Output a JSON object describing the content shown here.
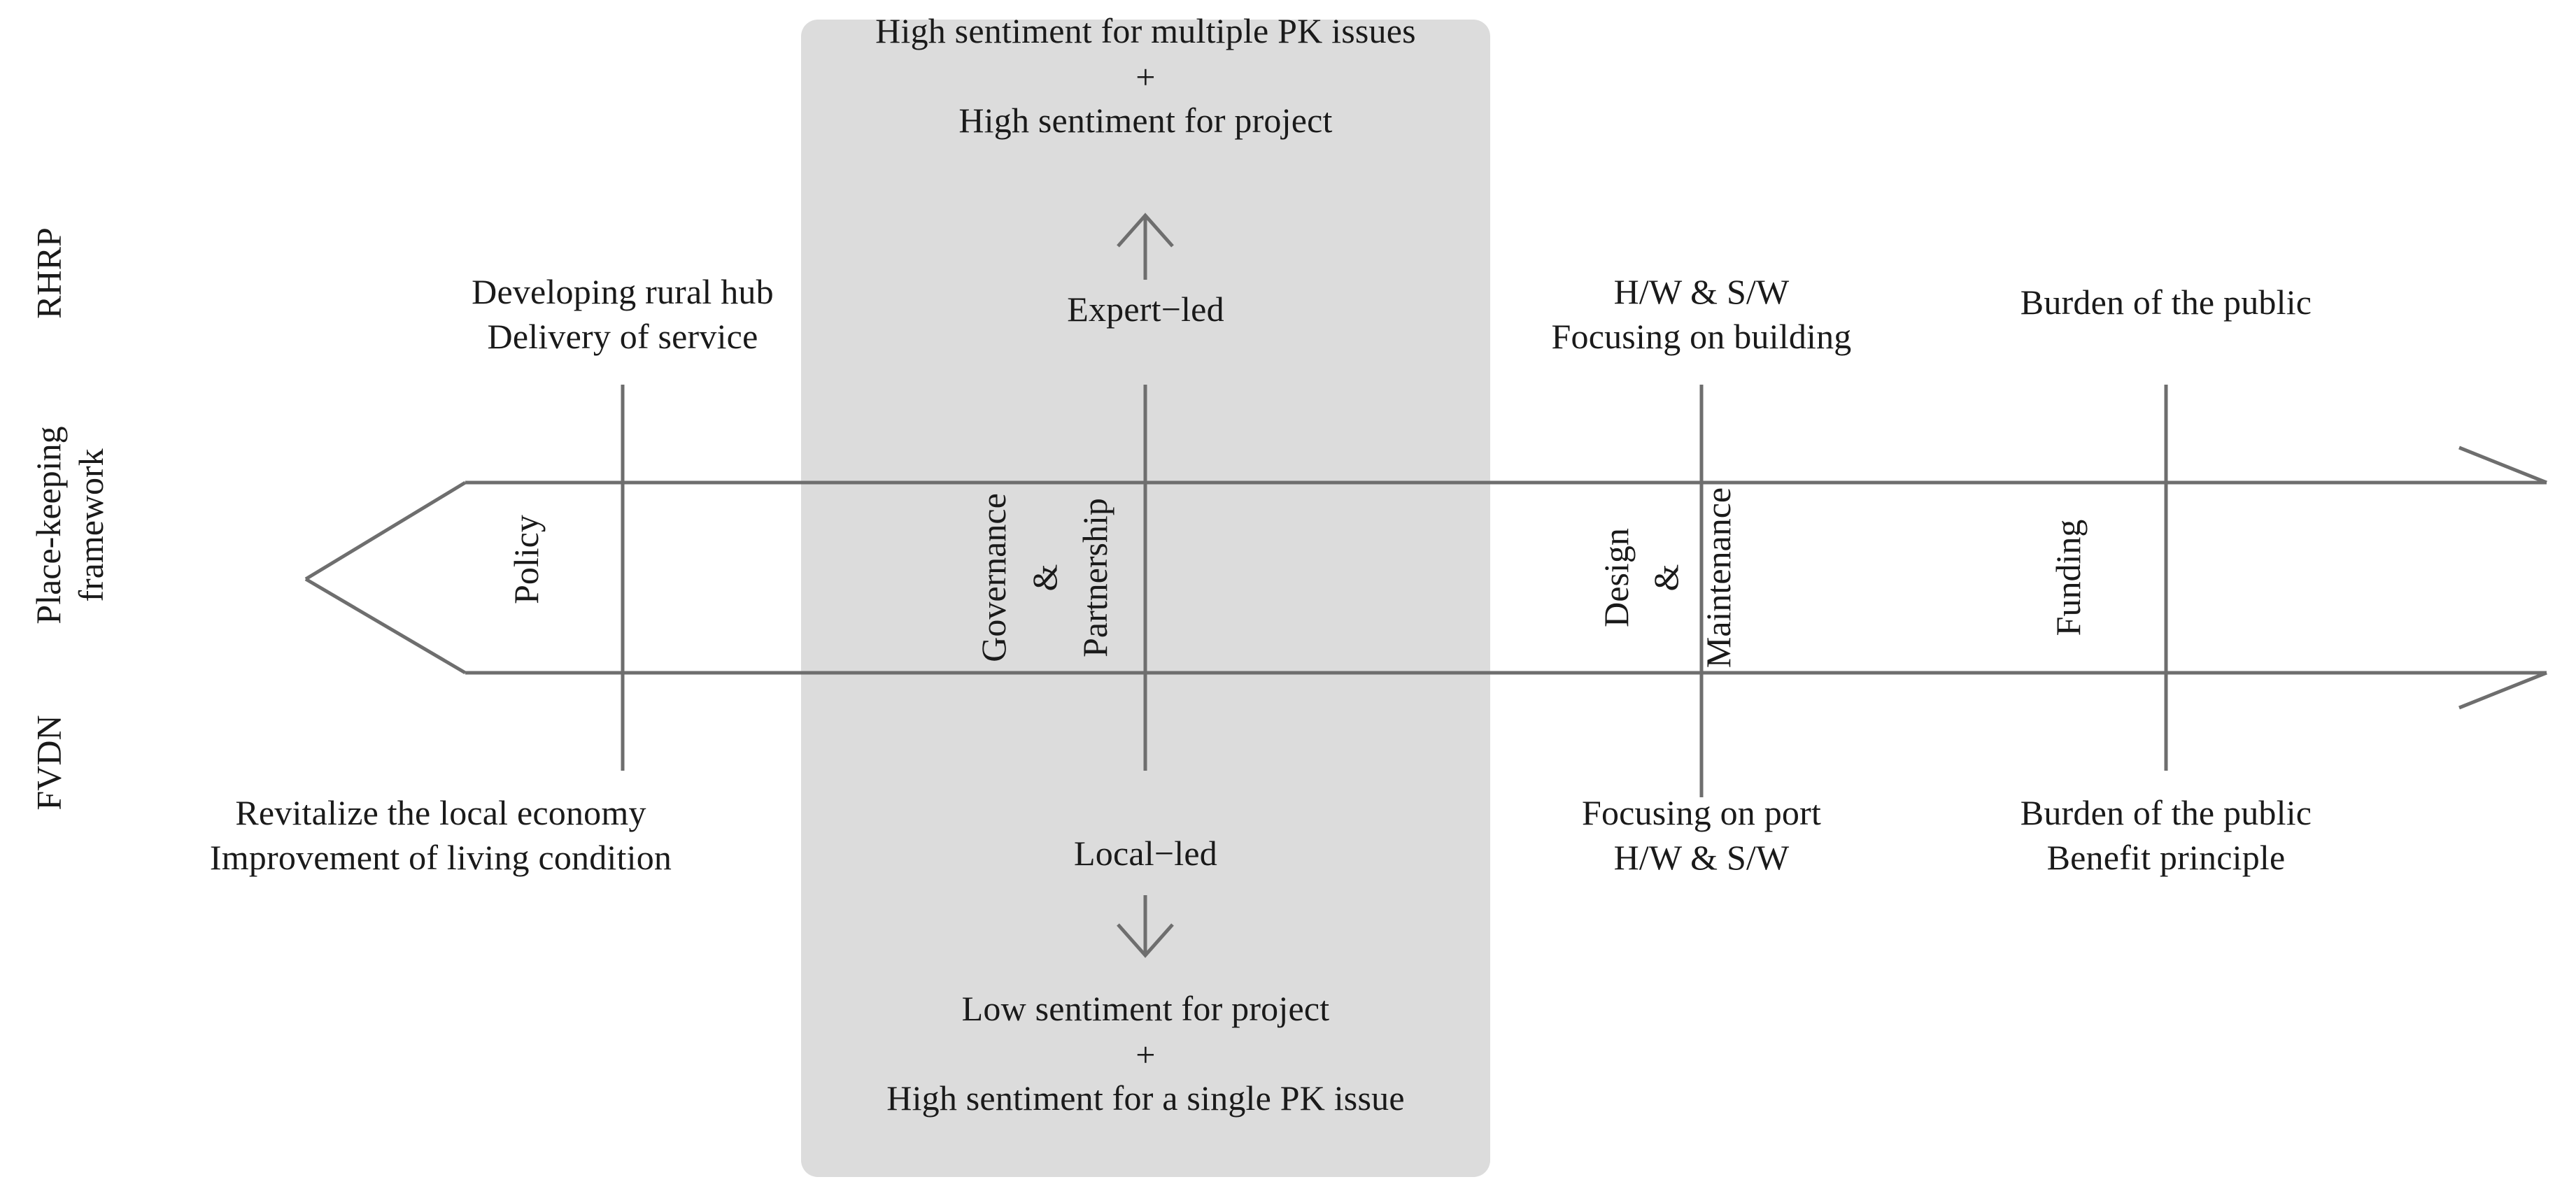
{
  "diagram": {
    "title": "Place-keeping framework comparison diagram",
    "axis_labels": {
      "top": "RHRP",
      "middle": "Place-keeping\nframework",
      "bottom": "FVDN"
    },
    "highlight_box": {
      "fill": "#dcdcdc",
      "top_block": {
        "line1": "High sentiment for multiple PK issues",
        "plus": "+",
        "line2": "High sentiment for project"
      },
      "top_arrow_label": "Expert−led",
      "bottom_arrow_label": "Local−led",
      "bottom_block": {
        "line1": "Low sentiment for project",
        "plus": "+",
        "line2": "High sentiment for a single PK issue"
      }
    },
    "stages": [
      {
        "id": "policy",
        "label": "Policy",
        "rhrp": "Developing rural hub\nDelivery of service",
        "fvdn": "Revitalize the local economy\nImprovement of living condition"
      },
      {
        "id": "governance-partnership",
        "label_left": "Governance",
        "label_amp": "&",
        "label_right": "Partnership",
        "rhrp": "",
        "fvdn": ""
      },
      {
        "id": "design-maintenance",
        "label_left": "Design",
        "label_amp": "&",
        "label_right": "Maintenance",
        "rhrp": "H/W & S/W\nFocusing on building",
        "fvdn": "Focusing on port\nH/W & S/W"
      },
      {
        "id": "funding",
        "label": "Funding",
        "rhrp": "Burden of the public",
        "fvdn": "Burden of the public\nBenefit principle"
      }
    ],
    "colors": {
      "line": "#6e6e6e",
      "text": "#1a1a1a",
      "shade": "#dcdcdc",
      "background": "#ffffff"
    }
  }
}
